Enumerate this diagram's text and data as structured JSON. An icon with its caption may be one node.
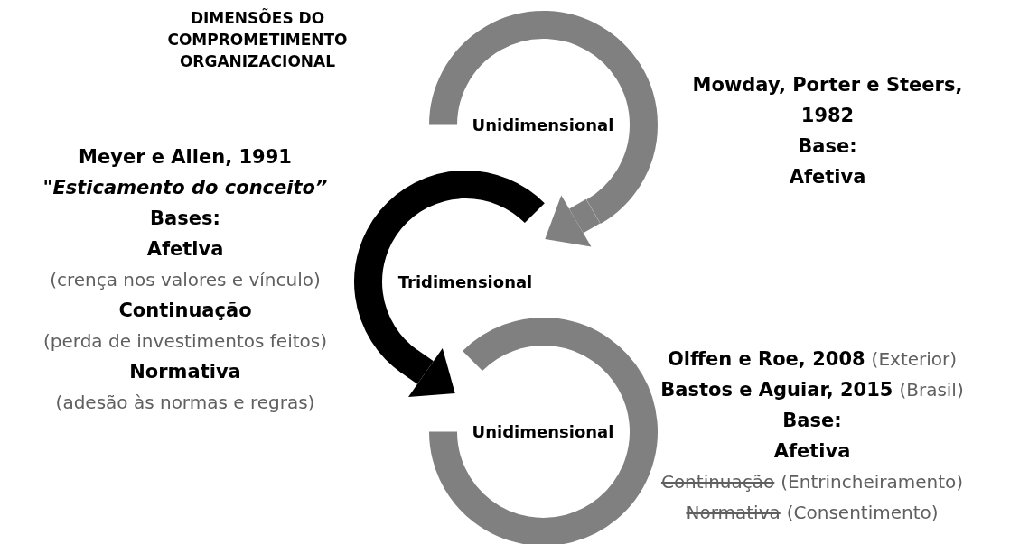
{
  "diagram": {
    "title": "DIMENSÕES DO COMPROMETIMENTO ORGANIZACIONAL",
    "nodes": [
      {
        "text": [
          "Unidimensional"
        ],
        "beside": [
          "Mowday, Porter e Steers, 1982",
          "Base:",
          "Afetiva"
        ]
      },
      {
        "text": [
          "Tridimensional"
        ],
        "beside": [
          "Meyer e Allen, 1991",
          "\"Esticamento do conceito”",
          "Bases:",
          "Afetiva",
          "(crença nos valores e vínculo)",
          "Continuação",
          "(perda de investimentos feitos)",
          "Normativa",
          "(adesão às normas e regras)"
        ]
      },
      {
        "text": [
          "Unidimensional"
        ],
        "beside": [
          "Olffen e Roe, 2008",
          "(Exterior)",
          "Bastos e Aguiar, 2015",
          "(Brasil)",
          "Base:",
          "Afetiva",
          "Continuação",
          "(Entrincheiramento)",
          "Normativa",
          "(Consentimento)"
        ]
      }
    ],
    "edges": [
      {
        "from": 0,
        "to": 1,
        "arrow": "to",
        "color": "#808080"
      },
      {
        "from": 1,
        "to": 2,
        "arrow": "to",
        "color": "#000000"
      }
    ]
  }
}
